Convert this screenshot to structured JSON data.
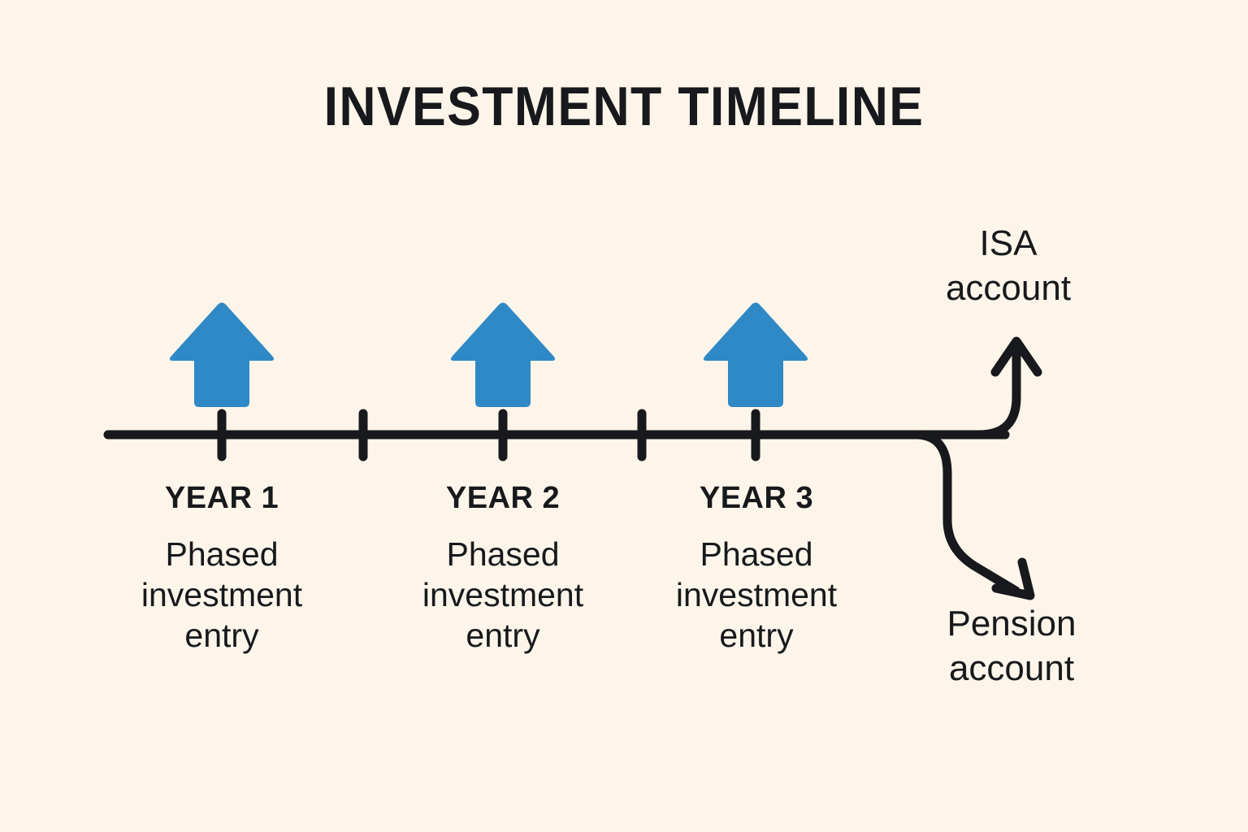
{
  "meta": {
    "background_color": "#fdf5e9",
    "ink_color": "#17191c",
    "accent_color": "#2e89c6"
  },
  "header": {
    "title": "INVESTMENT TIMELINE"
  },
  "timeline": {
    "axis_label": "timeline-axis",
    "tick_count": 5,
    "milestones": [
      {
        "id": "year-1",
        "heading": "YEAR 1",
        "description_lines": [
          "Phased",
          "investment",
          "entry"
        ],
        "marker": "up-arrow",
        "marker_color": "#2e89c6"
      },
      {
        "id": "year-2",
        "heading": "YEAR 2",
        "description_lines": [
          "Phased",
          "investment",
          "entry"
        ],
        "marker": "up-arrow",
        "marker_color": "#2e89c6"
      },
      {
        "id": "year-3",
        "heading": "YEAR 3",
        "description_lines": [
          "Phased",
          "investment",
          "entry"
        ],
        "marker": "up-arrow",
        "marker_color": "#2e89c6"
      }
    ]
  },
  "outcomes": {
    "upper": {
      "id": "isa-account",
      "lines": [
        "ISA",
        "account"
      ],
      "direction": "up"
    },
    "lower": {
      "id": "pension-account",
      "lines": [
        "Pension",
        "account"
      ],
      "direction": "down"
    }
  }
}
